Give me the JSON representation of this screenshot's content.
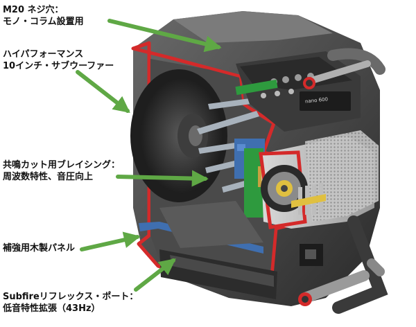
{
  "callouts": [
    {
      "line1": "M20 ネジ穴：",
      "line2": "モノ・コラム設置用"
    },
    {
      "line1": "ハイパフォーマンス",
      "line2": "10インチ・サブウーファー"
    },
    {
      "line1": "共鳴カット用ブレイシング：",
      "line2": "周波数特性、音圧向上"
    },
    {
      "line1": "補強用木製パネル",
      "line2": ""
    },
    {
      "line1": "Subfireリフレックス・ポート：",
      "line2": "低音特性拡張（43Hz）"
    }
  ],
  "product_badge": "nano 600",
  "colors": {
    "arrow": "#5fa845",
    "cutaway_edge": "#d42a2a",
    "panel": "#3f6fb0",
    "circuit": "#2e9a3e"
  }
}
